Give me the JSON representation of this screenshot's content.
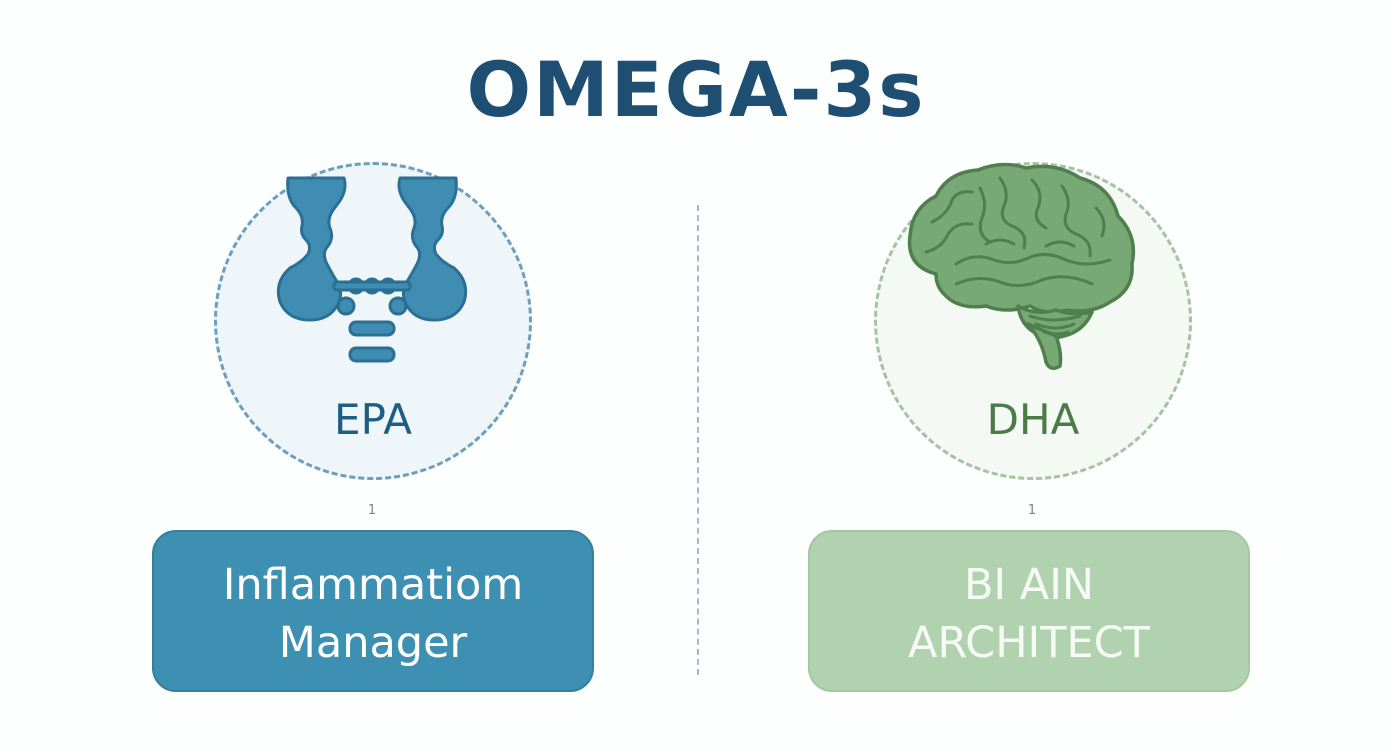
{
  "title": "OMEGA-3s",
  "colors": {
    "title": "#1e4f73",
    "epa_accent": "#3d8fb2",
    "epa_text": "#1f5e84",
    "dha_accent": "#6f9c6c",
    "dha_text": "#4c7a49",
    "epa_card_text": "#ffffff",
    "dha_card_text": "#f7fbf6"
  },
  "epa": {
    "label": "EPA",
    "icon": "molecule-icon",
    "tick": "1",
    "card_lines": [
      "Inflammatiom",
      "Manager"
    ]
  },
  "dha": {
    "label": "DHA",
    "icon": "brain-icon",
    "tick": "1",
    "card_lines": [
      "BI AIN",
      "ARCHITECT"
    ]
  }
}
